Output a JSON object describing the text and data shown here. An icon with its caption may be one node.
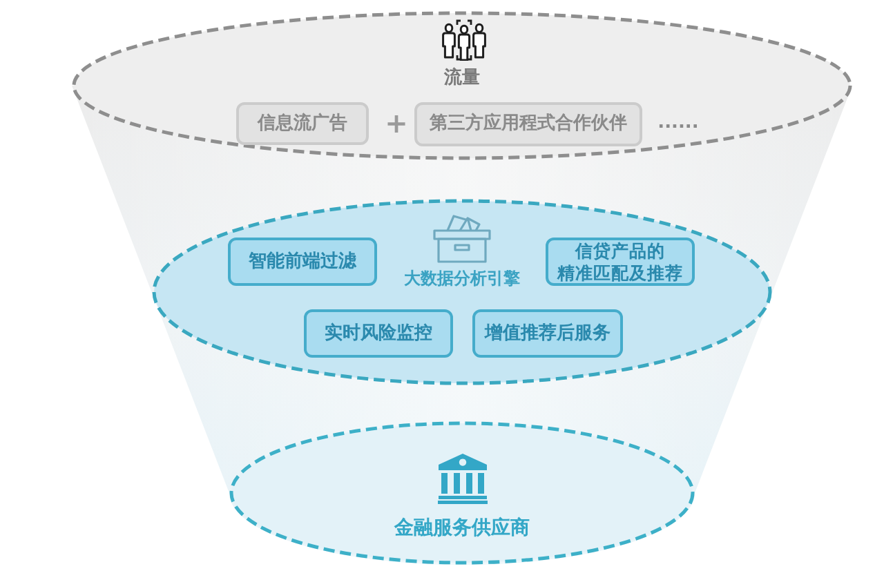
{
  "diagram": {
    "nodes": [
      {
        "text": [
          "流量"
        ]
      },
      {
        "text": [
          "信息流广告"
        ],
        "in": 0
      },
      {
        "text": [
          "第三方应用程式合作伙伴"
        ],
        "in": 0
      },
      {
        "text": [
          "大数据分析引擎"
        ]
      },
      {
        "text": [
          "智能前端过滤"
        ],
        "in": 3
      },
      {
        "text": [
          "信贷产品的精准匹配及推荐"
        ],
        "in": 3
      },
      {
        "text": [
          "实时风险监控"
        ],
        "in": 3
      },
      {
        "text": [
          "增值推荐后服务"
        ],
        "in": 3
      },
      {
        "text": [
          "金融服务供应商"
        ]
      }
    ],
    "labels": [
      "+",
      "......"
    ]
  }
}
